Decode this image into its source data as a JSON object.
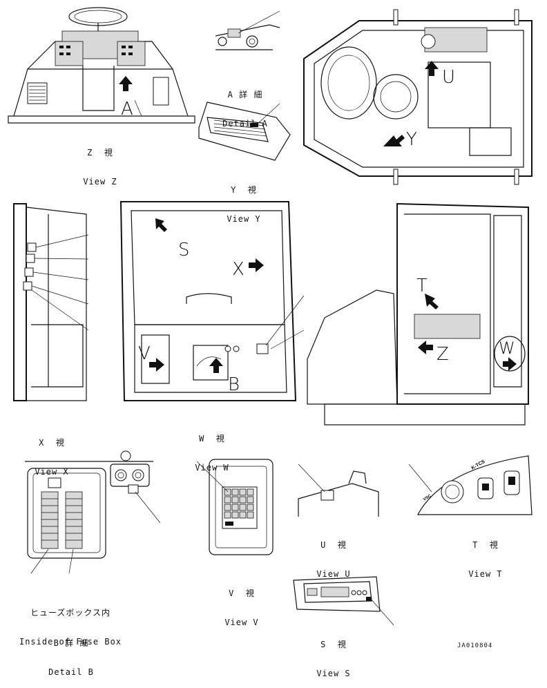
{
  "captions": {
    "view_z": {
      "jp": "Z  視",
      "en": "View Z"
    },
    "detail_a": {
      "jp": "A 詳 細",
      "en": "Detail A"
    },
    "view_y": {
      "jp": "Y  視",
      "en": "View Y"
    },
    "view_x": {
      "jp": "X  視",
      "en": "View X"
    },
    "view_w": {
      "jp": "W  視",
      "en": "View W"
    },
    "fuse_box": {
      "jp": "ヒューズボックス内",
      "en": "Inside of Fuse Box"
    },
    "detail_b": {
      "jp": "B 詳 細",
      "en": "Detail B"
    },
    "view_v": {
      "jp": "V  視",
      "en": "View V"
    },
    "view_u": {
      "jp": "U  視",
      "en": "View U"
    },
    "view_t": {
      "jp": "T  視",
      "en": "View T"
    },
    "view_s": {
      "jp": "S  視",
      "en": "View S"
    }
  },
  "view_letters": {
    "a": "A",
    "u": "U",
    "y": "Y",
    "s": "S",
    "x": "X",
    "v": "V",
    "b": "B",
    "t": "T",
    "z": "Z",
    "w": "W"
  },
  "panel_labels": {
    "ktcs": "K-TCS",
    "vsc": "VSC"
  },
  "document_id": "JA010804"
}
